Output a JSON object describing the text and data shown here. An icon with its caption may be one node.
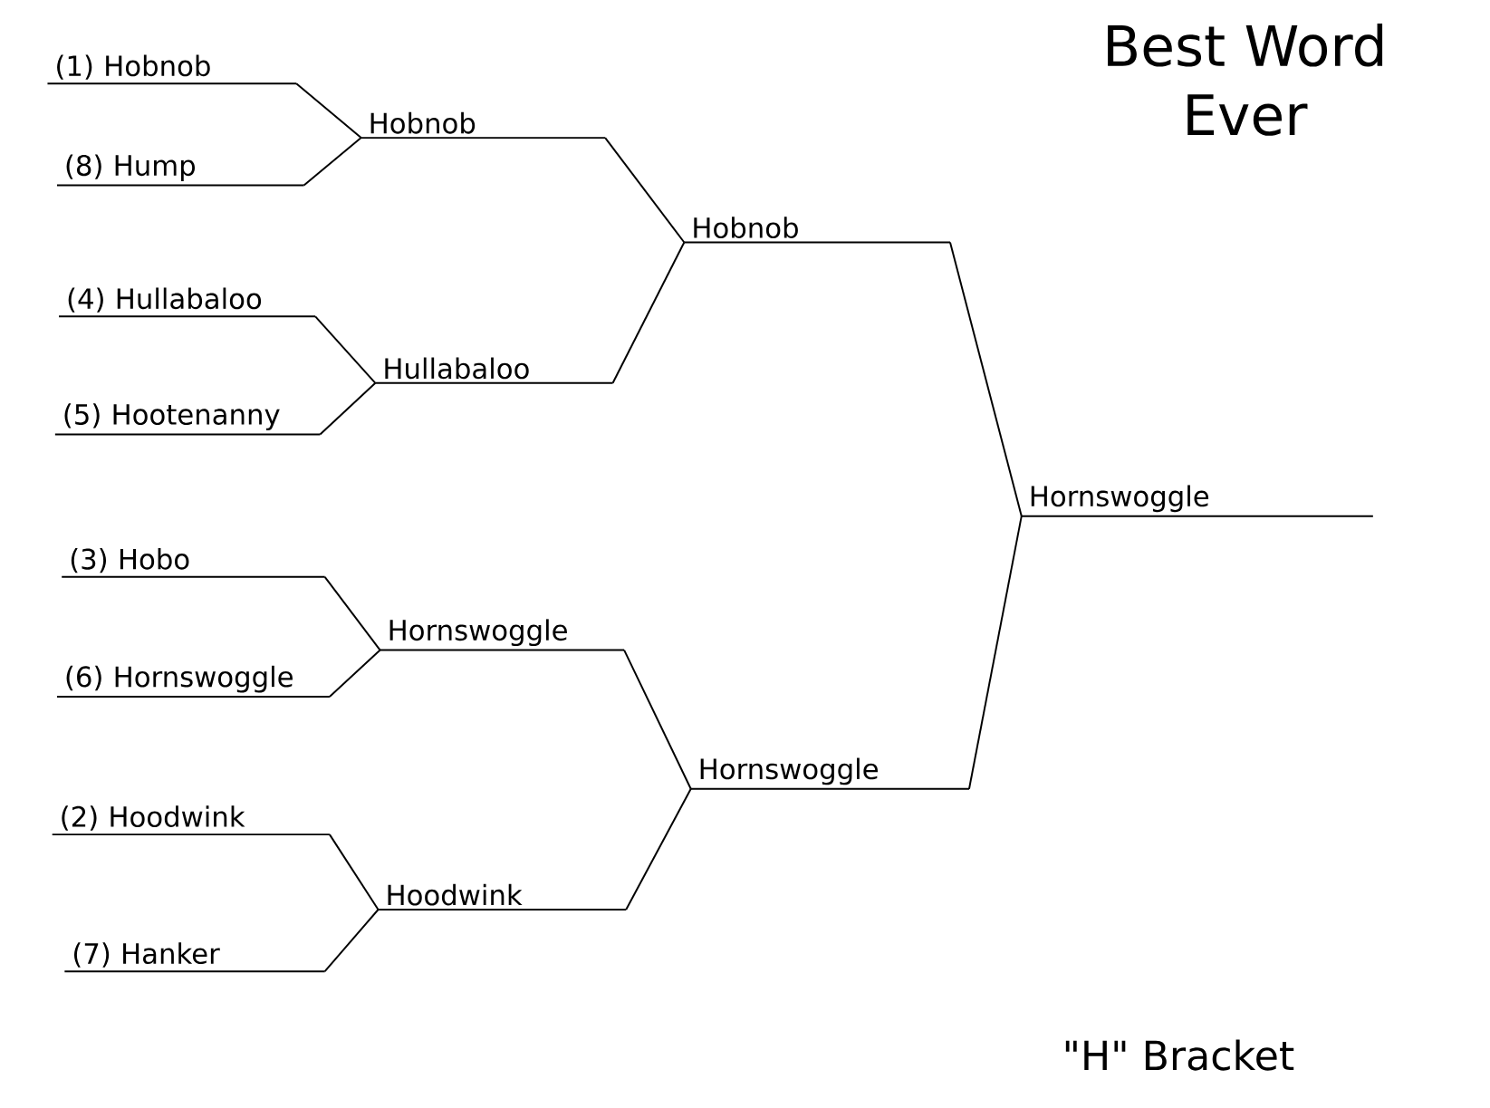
{
  "diagram": {
    "title": "Best Word Ever",
    "nodes": [
      {
        "text": [
          "(1) Hobnob"
        ]
      },
      {
        "text": [
          "(8) Hump"
        ]
      },
      {
        "text": [
          "(4) Hullabaloo"
        ]
      },
      {
        "text": [
          "(5) Hootenanny"
        ]
      },
      {
        "text": [
          "(3) Hobo"
        ]
      },
      {
        "text": [
          "(6) Hornswoggle"
        ]
      },
      {
        "text": [
          "(2) Hoodwink"
        ]
      },
      {
        "text": [
          "(7) Hanker"
        ]
      },
      {
        "text": [
          "Hobnob"
        ]
      },
      {
        "text": [
          "Hullabaloo"
        ]
      },
      {
        "text": [
          "Hornswoggle"
        ]
      },
      {
        "text": [
          "Hoodwink"
        ]
      },
      {
        "text": [
          "Hobnob"
        ]
      },
      {
        "text": [
          "Hornswoggle"
        ]
      },
      {
        "text": [
          "Hornswoggle"
        ]
      }
    ],
    "edges": [
      {
        "from": 0,
        "to": 8,
        "arrow": "none"
      },
      {
        "from": 1,
        "to": 8,
        "arrow": "none"
      },
      {
        "from": 2,
        "to": 9,
        "arrow": "none"
      },
      {
        "from": 3,
        "to": 9,
        "arrow": "none"
      },
      {
        "from": 4,
        "to": 10,
        "arrow": "none"
      },
      {
        "from": 5,
        "to": 10,
        "arrow": "none"
      },
      {
        "from": 6,
        "to": 11,
        "arrow": "none"
      },
      {
        "from": 7,
        "to": 11,
        "arrow": "none"
      },
      {
        "from": 8,
        "to": 12,
        "arrow": "none"
      },
      {
        "from": 9,
        "to": 12,
        "arrow": "none"
      },
      {
        "from": 10,
        "to": 13,
        "arrow": "none"
      },
      {
        "from": 11,
        "to": 13,
        "arrow": "none"
      },
      {
        "from": 12,
        "to": 14,
        "arrow": "none"
      },
      {
        "from": 13,
        "to": 14,
        "arrow": "none"
      }
    ],
    "labels": [
      "\"H\" Bracket"
    ]
  }
}
